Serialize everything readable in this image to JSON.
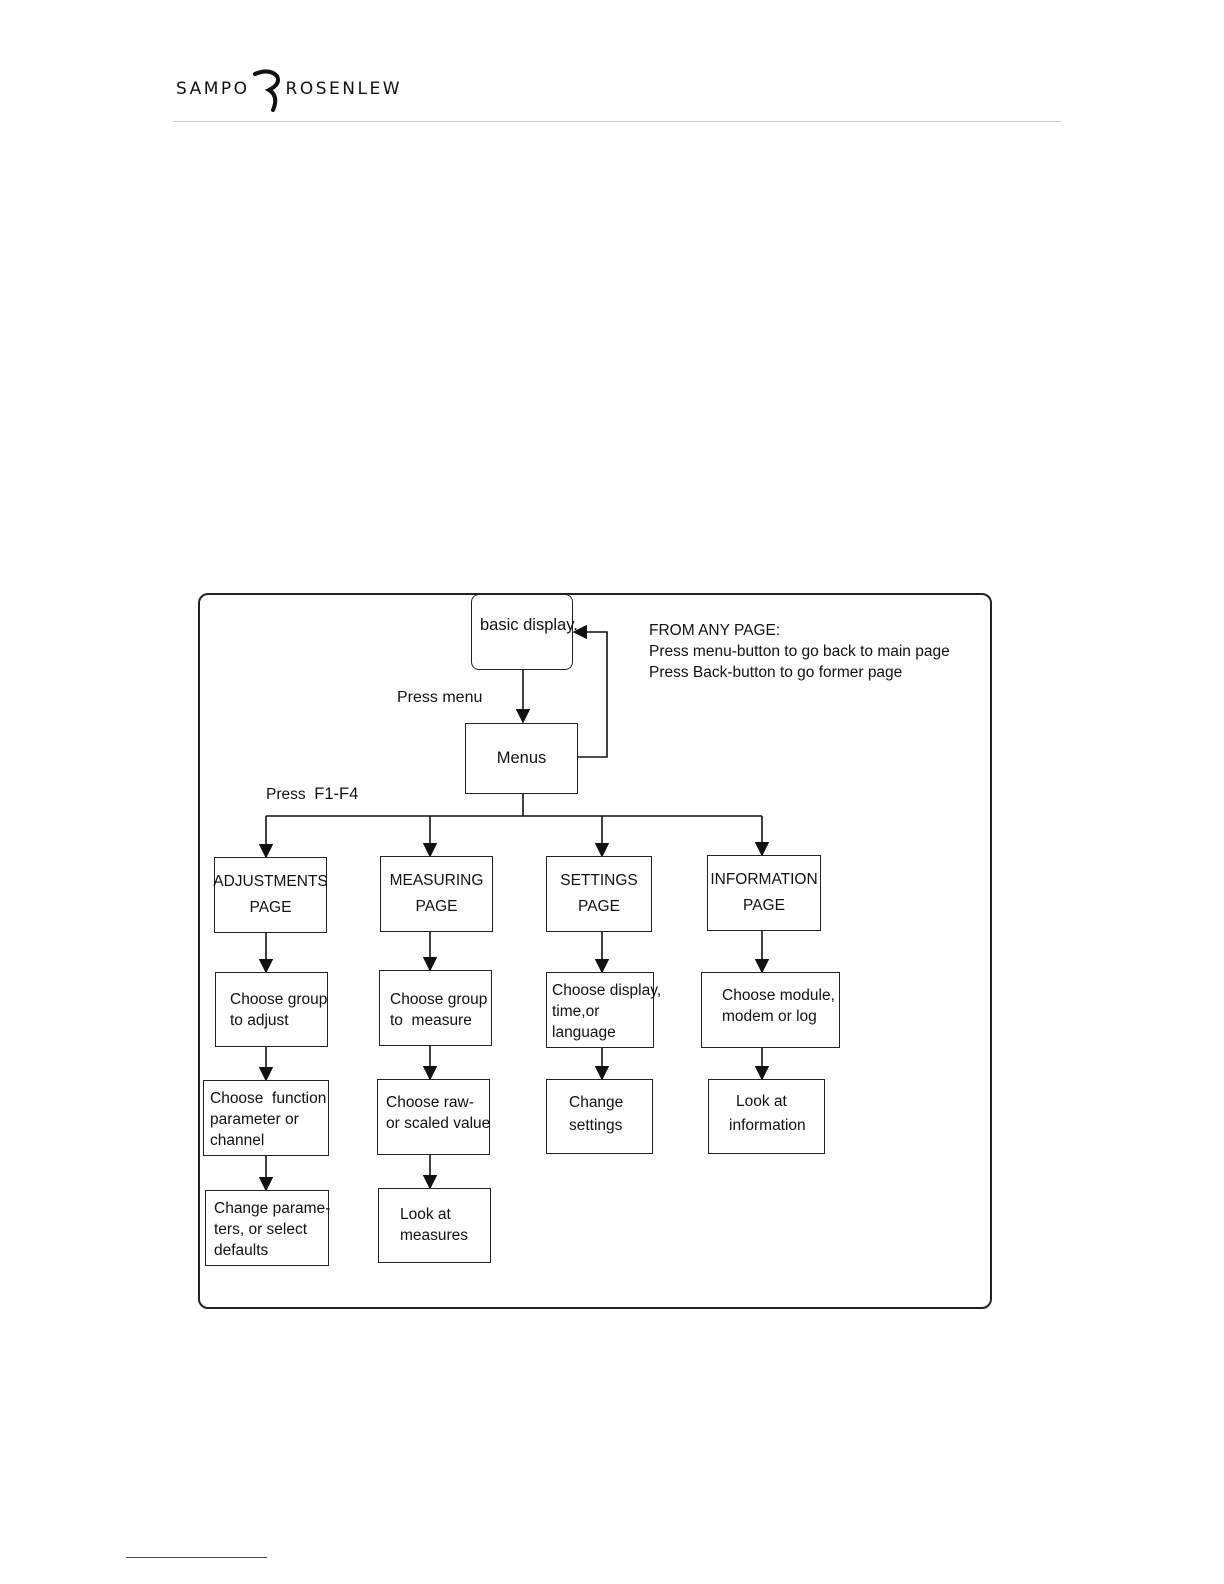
{
  "header": {
    "brand_left": "SAMPO",
    "brand_right": "ROSENLEW",
    "logo_icon": "r-swirl-logo-icon"
  },
  "diagram": {
    "basic_display": "basic display.",
    "note": {
      "line1": "FROM ANY PAGE:",
      "line2": "Press menu-button to go back to main page",
      "line3": "Press Back-button to go former page"
    },
    "press_menu": "Press menu",
    "menus": "Menus",
    "press_f": "Press",
    "press_f_keys": "F1-F4",
    "pages": [
      {
        "title_line1": "ADJUSTMENTS",
        "title_line2": "PAGE",
        "step1": [
          "Choose group",
          "to adjust"
        ],
        "step2": [
          "Choose  function",
          "parameter or",
          "channel"
        ],
        "step3": [
          "Change parame-",
          "ters, or select",
          "defaults"
        ]
      },
      {
        "title_line1": "MEASURING",
        "title_line2": "PAGE",
        "step1": [
          "Choose group",
          "to  measure"
        ],
        "step2": [
          "Choose raw-",
          "or scaled value"
        ],
        "step3": [
          "Look at",
          "measures"
        ]
      },
      {
        "title_line1": "SETTINGS",
        "title_line2": "PAGE",
        "step1": [
          "Choose display,",
          "time,or",
          "language"
        ],
        "step2": [
          "Change",
          "settings"
        ]
      },
      {
        "title_line1": "INFORMATION",
        "title_line2": "PAGE",
        "step1": [
          "Choose module,",
          "modem or log"
        ],
        "step2": [
          "Look at",
          "information"
        ]
      }
    ]
  }
}
